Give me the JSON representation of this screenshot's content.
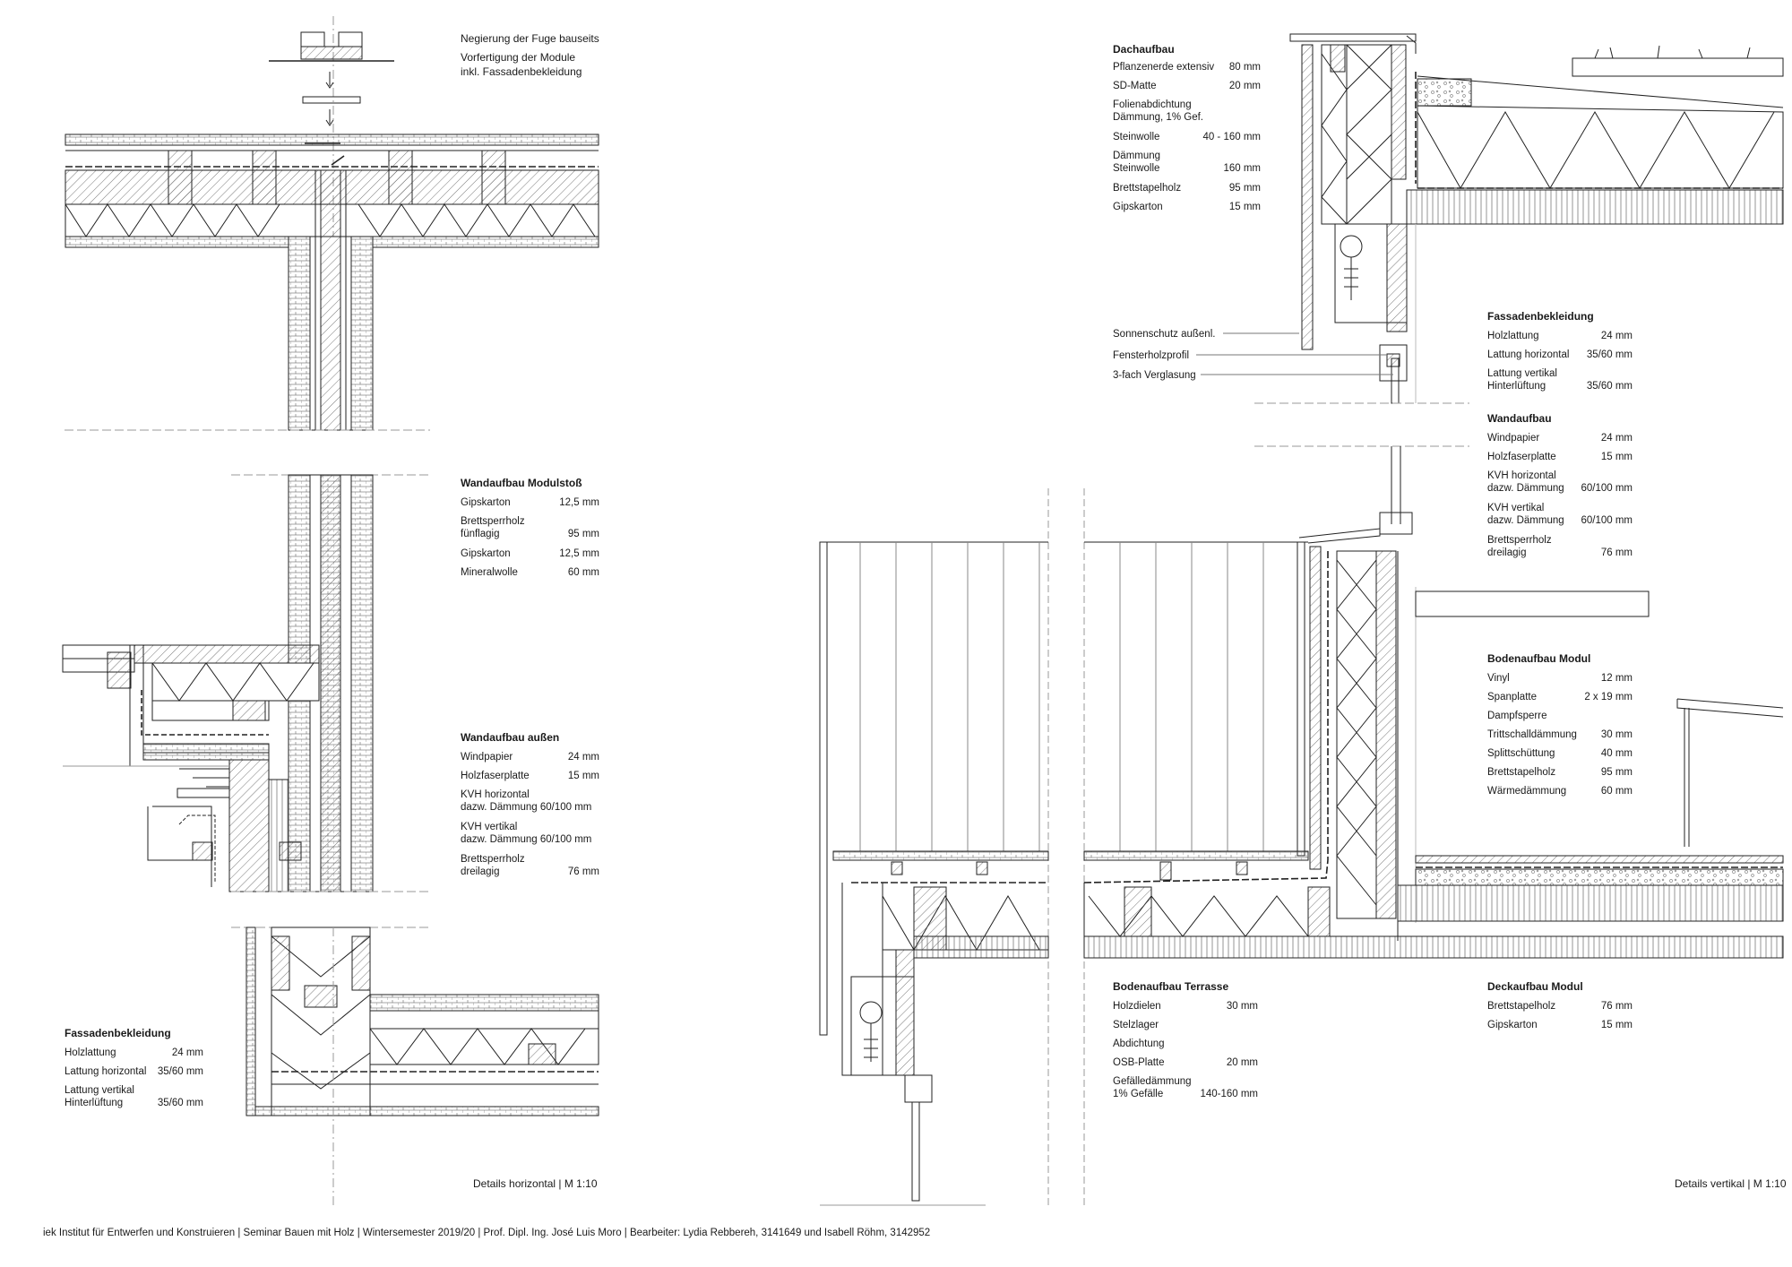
{
  "notes": {
    "fuge_1": "Negierung der Fuge bauseits",
    "fuge_2": "Vorfertigung der Module",
    "fuge_3": "inkl. Fassadenbekleidung"
  },
  "labels": {
    "sonnenschutz": "Sonnenschutz außenl.",
    "fensterholz": "Fensterholzprofil",
    "verglasung": "3-fach Verglasung"
  },
  "scales": {
    "horizontal": "Details horizontal | M 1:10",
    "vertical": "Details vertikal | M 1:10"
  },
  "footer": "iek Institut für Entwerfen und Konstruieren | Seminar Bauen mit Holz | Wintersemester 2019/20 | Prof. Dipl. Ing. José Luis Moro | Bearbeiter: Lydia Rebbereh, 3141649 und Isabell Röhm, 3142952",
  "layers": {
    "modulstoss": {
      "title": "Wandaufbau Modulstoß",
      "items": [
        {
          "k": "Gipskarton",
          "v": "12,5 mm"
        },
        {
          "k": "Brettsperrholz\nfünflagig",
          "v": "95 mm"
        },
        {
          "k": "Gipskarton",
          "v": "12,5 mm"
        },
        {
          "k": "Mineralwolle",
          "v": "60 mm"
        }
      ]
    },
    "aussen": {
      "title": "Wandaufbau außen",
      "items": [
        {
          "k": "Windpapier",
          "v": "24 mm"
        },
        {
          "k": "Holzfaserplatte",
          "v": "15 mm"
        },
        {
          "k": "KVH horizontal\ndazw. Dämmung 60/100 mm",
          "v": ""
        },
        {
          "k": "KVH vertikal\ndazw. Dämmung 60/100 mm",
          "v": ""
        },
        {
          "k": "Brettsperrholz\ndreilagig",
          "v": "76 mm"
        }
      ]
    },
    "fassade_h": {
      "title": "Fassadenbekleidung",
      "items": [
        {
          "k": "Holzlattung",
          "v": "24 mm"
        },
        {
          "k": "Lattung horizontal",
          "v": "35/60 mm"
        },
        {
          "k": "Lattung vertikal\nHinterlüftung",
          "v": "35/60 mm"
        }
      ]
    },
    "dach": {
      "title": "Dachaufbau",
      "items": [
        {
          "k": "Pflanzenerde extensiv",
          "v": "80 mm"
        },
        {
          "k": "SD-Matte",
          "v": "20 mm"
        },
        {
          "k": "Folienabdichtung\nDämmung, 1% Gef.",
          "v": ""
        },
        {
          "k": "Steinwolle",
          "v": "40 - 160 mm"
        },
        {
          "k": "Dämmung\nSteinwolle",
          "v": "160 mm"
        },
        {
          "k": "Brettstapelholz",
          "v": "95 mm"
        },
        {
          "k": "Gipskarton",
          "v": "15 mm"
        }
      ]
    },
    "fassade_v": {
      "title": "Fassadenbekleidung",
      "items": [
        {
          "k": "Holzlattung",
          "v": "24 mm"
        },
        {
          "k": "Lattung horizontal",
          "v": "35/60 mm"
        },
        {
          "k": "Lattung vertikal\nHinterlüftung",
          "v": "35/60 mm"
        }
      ]
    },
    "wand_v": {
      "title": "Wandaufbau",
      "items": [
        {
          "k": "Windpapier",
          "v": "24 mm"
        },
        {
          "k": "Holzfaserplatte",
          "v": "15 mm"
        },
        {
          "k": "KVH horizontal\ndazw. Dämmung",
          "v": "60/100 mm"
        },
        {
          "k": "KVH vertikal\ndazw. Dämmung",
          "v": "60/100 mm"
        },
        {
          "k": "Brettsperrholz\ndreilagig",
          "v": "76 mm"
        }
      ]
    },
    "boden_modul": {
      "title": "Bodenaufbau Modul",
      "items": [
        {
          "k": "Vinyl",
          "v": "12 mm"
        },
        {
          "k": "Spanplatte",
          "v": "2 x 19 mm"
        },
        {
          "k": "Dampfsperre",
          "v": ""
        },
        {
          "k": "Trittschalldämmung",
          "v": "30 mm"
        },
        {
          "k": "Splittschüttung",
          "v": "40 mm"
        },
        {
          "k": "Brettstapelholz",
          "v": "95 mm"
        },
        {
          "k": "Wärmedämmung",
          "v": "60 mm"
        }
      ]
    },
    "boden_terrasse": {
      "title": "Bodenaufbau Terrasse",
      "items": [
        {
          "k": "Holzdielen",
          "v": "30 mm"
        },
        {
          "k": "Stelzlager",
          "v": ""
        },
        {
          "k": "Abdichtung",
          "v": ""
        },
        {
          "k": "OSB-Platte",
          "v": "20 mm"
        },
        {
          "k": "Gefälledämmung\n1% Gefälle",
          "v": "140-160 mm"
        }
      ]
    },
    "decke_modul": {
      "title": "Deckaufbau Modul",
      "items": [
        {
          "k": "Brettstapelholz",
          "v": "76 mm"
        },
        {
          "k": "Gipskarton",
          "v": "15 mm"
        }
      ]
    }
  }
}
